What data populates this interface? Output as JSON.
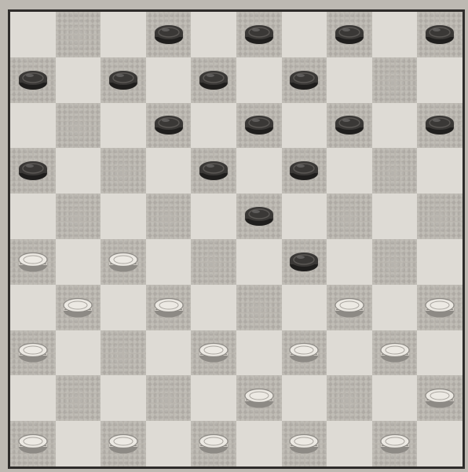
{
  "board": {
    "size": 10,
    "colors": {
      "light_square": "#dedbd5",
      "dark_square": "#b9b5ae",
      "black_piece": "#3a3836",
      "white_piece": "#ece9e3",
      "border": "#2e2c2a"
    },
    "pieces": [
      {
        "row": 0,
        "col": 3,
        "color": "black"
      },
      {
        "row": 0,
        "col": 5,
        "color": "black"
      },
      {
        "row": 0,
        "col": 7,
        "color": "black"
      },
      {
        "row": 0,
        "col": 9,
        "color": "black"
      },
      {
        "row": 1,
        "col": 0,
        "color": "black"
      },
      {
        "row": 1,
        "col": 2,
        "color": "black"
      },
      {
        "row": 1,
        "col": 4,
        "color": "black"
      },
      {
        "row": 1,
        "col": 6,
        "color": "black"
      },
      {
        "row": 2,
        "col": 3,
        "color": "black"
      },
      {
        "row": 2,
        "col": 5,
        "color": "black"
      },
      {
        "row": 2,
        "col": 7,
        "color": "black"
      },
      {
        "row": 2,
        "col": 9,
        "color": "black"
      },
      {
        "row": 3,
        "col": 0,
        "color": "black"
      },
      {
        "row": 3,
        "col": 4,
        "color": "black"
      },
      {
        "row": 3,
        "col": 6,
        "color": "black"
      },
      {
        "row": 4,
        "col": 5,
        "color": "black"
      },
      {
        "row": 5,
        "col": 0,
        "color": "white"
      },
      {
        "row": 5,
        "col": 2,
        "color": "white"
      },
      {
        "row": 5,
        "col": 6,
        "color": "black"
      },
      {
        "row": 6,
        "col": 1,
        "color": "white"
      },
      {
        "row": 6,
        "col": 3,
        "color": "white"
      },
      {
        "row": 6,
        "col": 7,
        "color": "white"
      },
      {
        "row": 6,
        "col": 9,
        "color": "white"
      },
      {
        "row": 7,
        "col": 0,
        "color": "white"
      },
      {
        "row": 7,
        "col": 4,
        "color": "white"
      },
      {
        "row": 7,
        "col": 6,
        "color": "white"
      },
      {
        "row": 7,
        "col": 8,
        "color": "white"
      },
      {
        "row": 8,
        "col": 5,
        "color": "white"
      },
      {
        "row": 8,
        "col": 9,
        "color": "white"
      },
      {
        "row": 9,
        "col": 0,
        "color": "white"
      },
      {
        "row": 9,
        "col": 2,
        "color": "white"
      },
      {
        "row": 9,
        "col": 4,
        "color": "white"
      },
      {
        "row": 9,
        "col": 6,
        "color": "white"
      },
      {
        "row": 9,
        "col": 8,
        "color": "white"
      }
    ]
  }
}
